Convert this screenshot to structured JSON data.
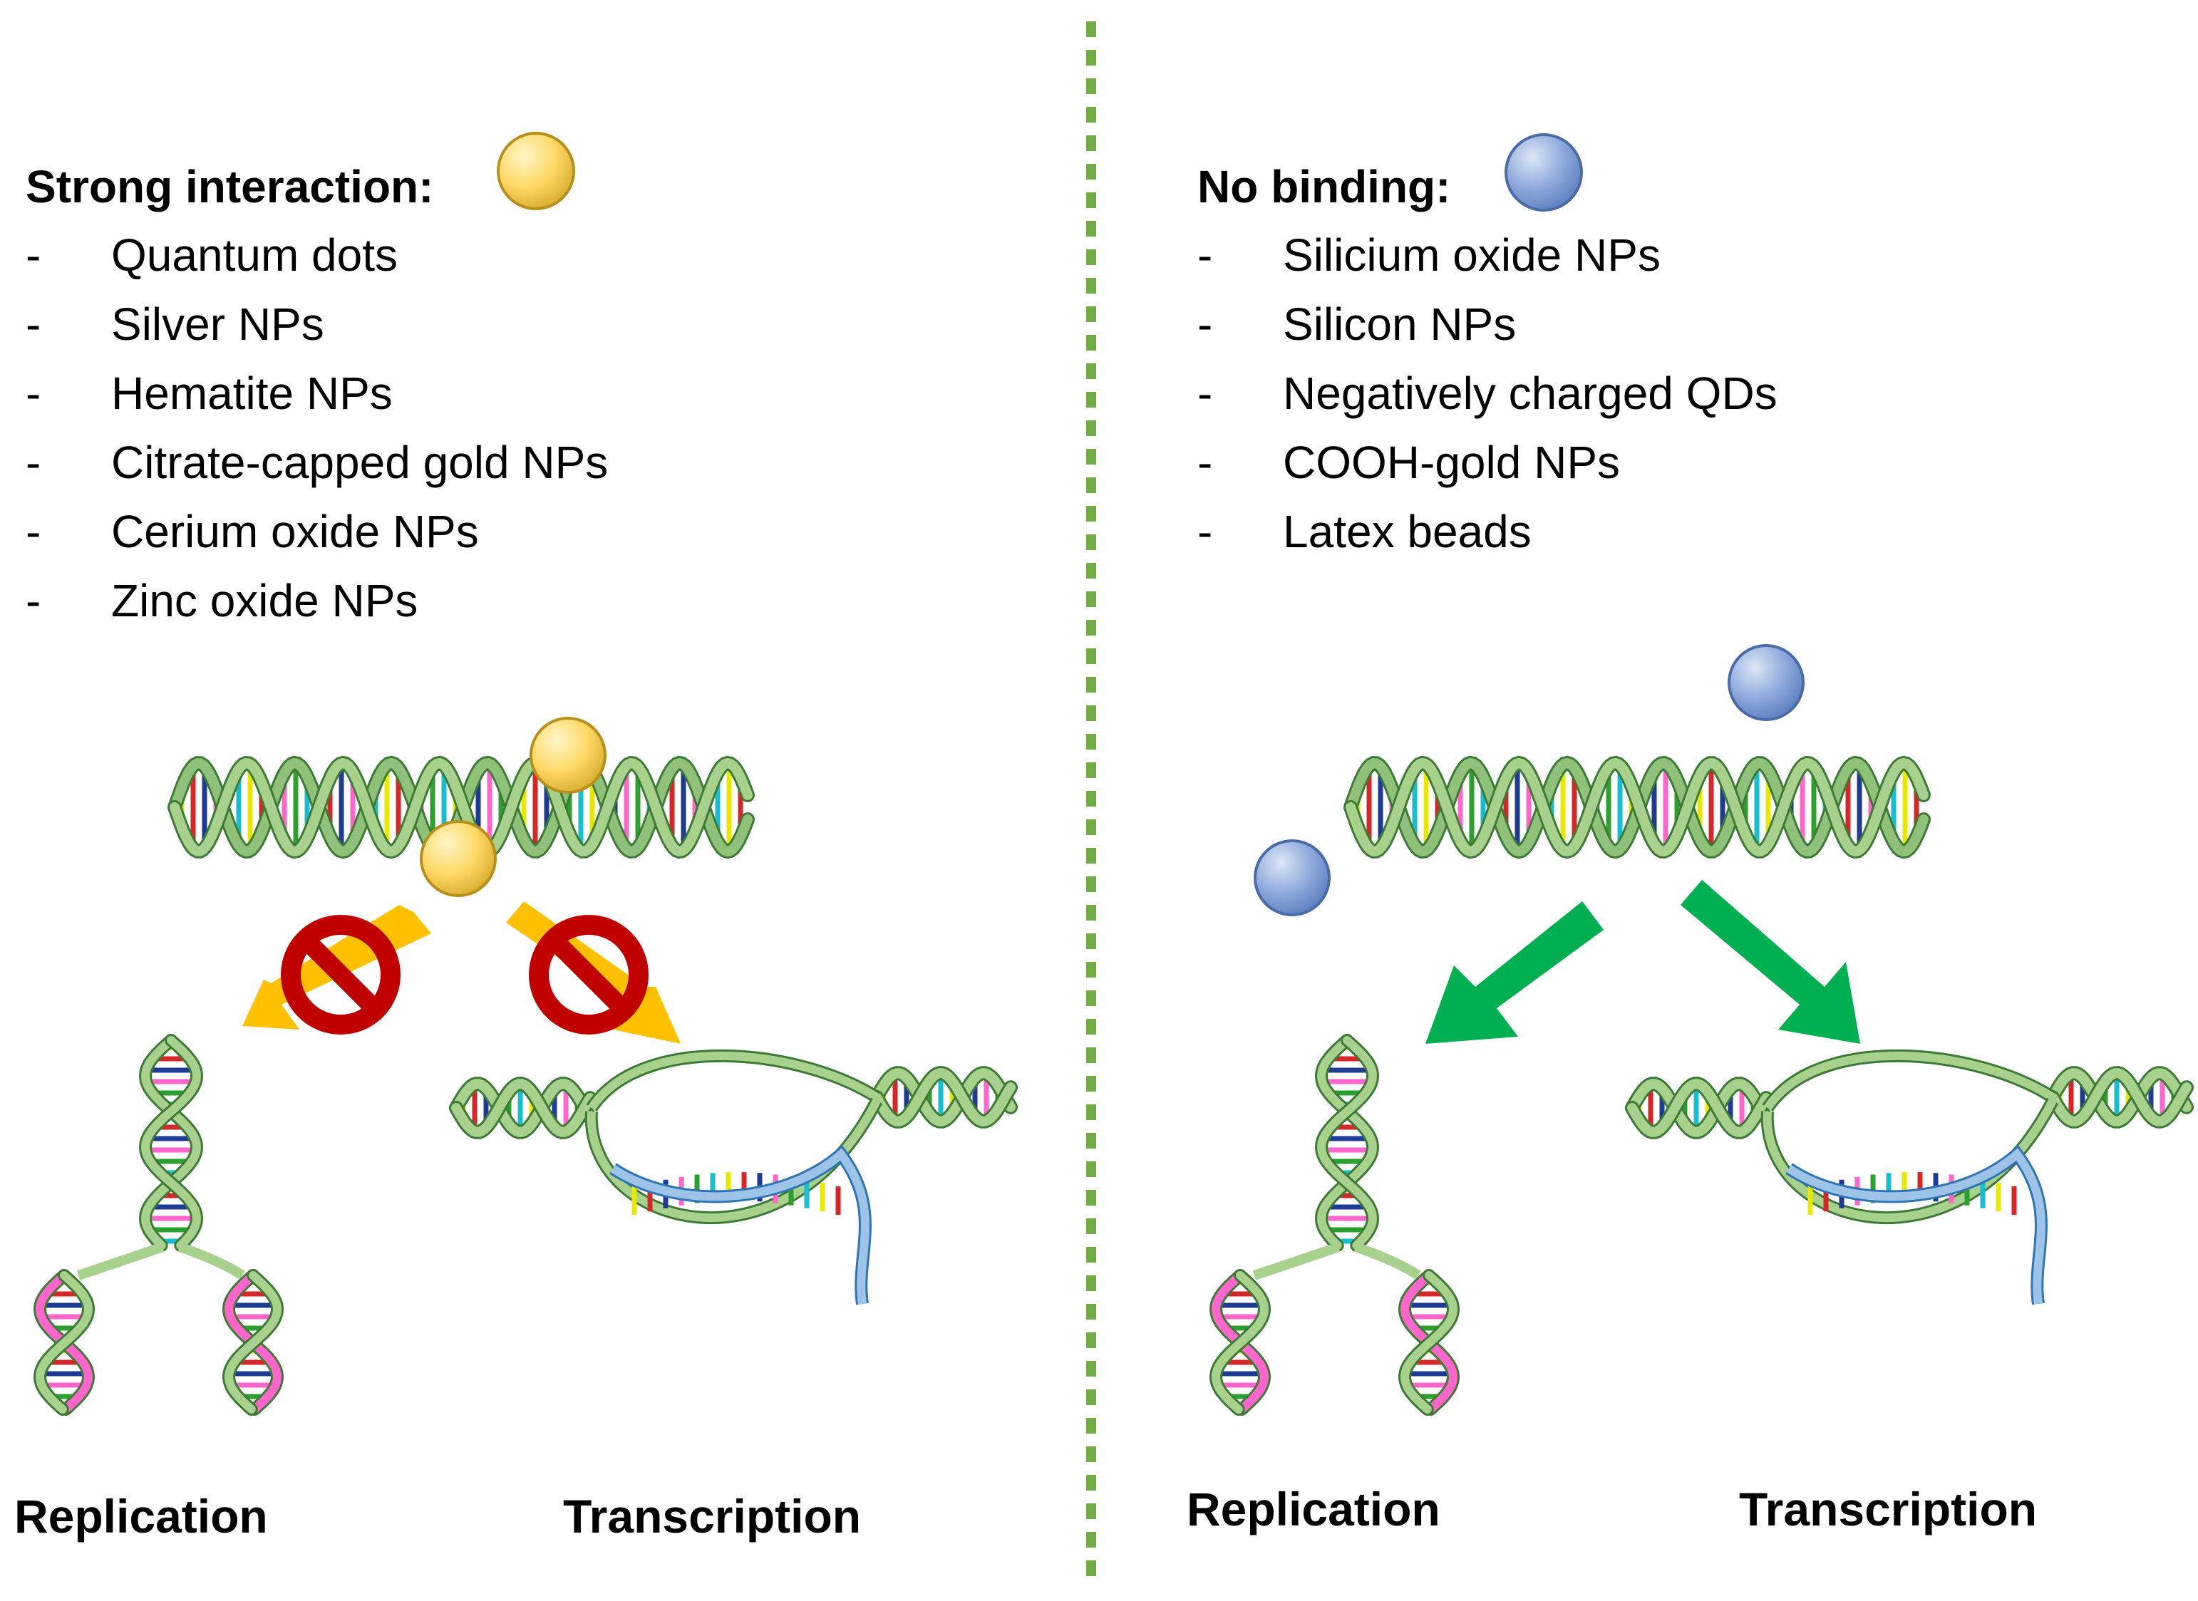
{
  "left": {
    "heading": "Strong interaction:",
    "items": [
      {
        "dash": "-",
        "label": "Quantum dots"
      },
      {
        "dash": "-",
        "label": "Silver NPs"
      },
      {
        "dash": "-",
        "label": "Hematite NPs"
      },
      {
        "dash": "-",
        "label": "Citrate-capped gold NPs"
      },
      {
        "dash": "-",
        "label": "Cerium oxide NPs"
      },
      {
        "dash": "-",
        "label": "Zinc oxide NPs"
      }
    ],
    "replication_label": "Replication",
    "transcription_label": "Transcription"
  },
  "right": {
    "heading": "No binding:",
    "items": [
      {
        "dash": "-",
        "label": "Silicium oxide NPs"
      },
      {
        "dash": "-",
        "label": "Silicon NPs"
      },
      {
        "dash": "-",
        "label": "Negatively charged QDs"
      },
      {
        "dash": "-",
        "label": "COOH-gold NPs"
      },
      {
        "dash": "-",
        "label": "Latex beads"
      }
    ],
    "replication_label": "Replication",
    "transcription_label": "Transcription"
  },
  "colors": {
    "gold_np": "#ffd966",
    "blue_np": "#8faadc",
    "blocked_arrow": "#ffc000",
    "prohibition": "#c00000",
    "green_arrow": "#00b050",
    "divider": "#70ad47",
    "dna_backbone": "#a9d18e",
    "new_strand_pink": "#ff66cc",
    "rna_blue": "#9dc3e6"
  },
  "icons": [
    "gold-nanoparticle-icon",
    "blue-nanoparticle-icon",
    "prohibition-icon",
    "arrow-icon",
    "dna-helix-icon"
  ]
}
